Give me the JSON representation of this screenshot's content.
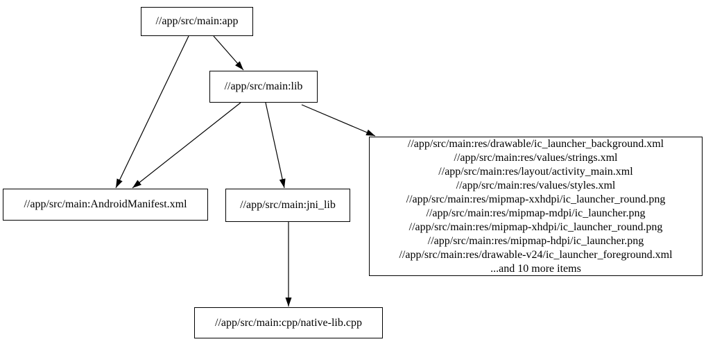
{
  "diagram": {
    "kind": "dependency-graph",
    "colors": {
      "background": "#ffffff",
      "node_border": "#000000",
      "node_fill": "#ffffff",
      "text": "#000000",
      "edge": "#000000"
    },
    "nodes": {
      "app": {
        "label": "//app/src/main:app"
      },
      "lib": {
        "label": "//app/src/main:lib"
      },
      "manifest": {
        "label": "//app/src/main:AndroidManifest.xml"
      },
      "jni_lib": {
        "label": "//app/src/main:jni_lib"
      },
      "native_lib": {
        "label": "//app/src/main:cpp/native-lib.cpp"
      },
      "resources": {
        "lines": [
          "//app/src/main:res/drawable/ic_launcher_background.xml",
          "//app/src/main:res/values/strings.xml",
          "//app/src/main:res/layout/activity_main.xml",
          "//app/src/main:res/values/styles.xml",
          "//app/src/main:res/mipmap-xxhdpi/ic_launcher_round.png",
          "//app/src/main:res/mipmap-mdpi/ic_launcher.png",
          "//app/src/main:res/mipmap-xhdpi/ic_launcher_round.png",
          "//app/src/main:res/mipmap-hdpi/ic_launcher.png",
          "//app/src/main:res/drawable-v24/ic_launcher_foreground.xml",
          "...and 10 more items"
        ]
      }
    },
    "edges": [
      {
        "from": "app",
        "to": "manifest"
      },
      {
        "from": "app",
        "to": "lib"
      },
      {
        "from": "lib",
        "to": "manifest"
      },
      {
        "from": "lib",
        "to": "jni_lib"
      },
      {
        "from": "lib",
        "to": "resources"
      },
      {
        "from": "jni_lib",
        "to": "native_lib"
      }
    ]
  }
}
